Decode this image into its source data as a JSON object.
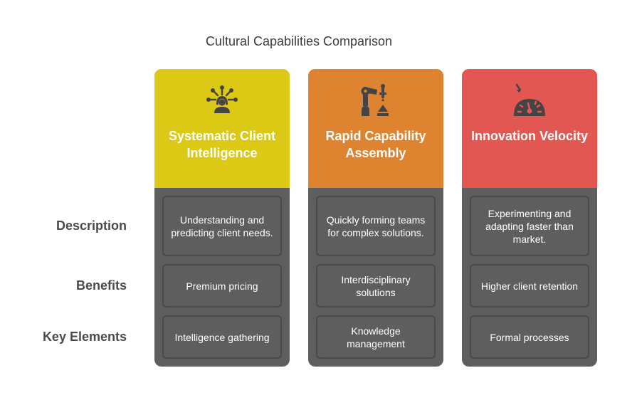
{
  "title": "Cultural Capabilities Comparison",
  "row_labels": {
    "description": "Description",
    "benefits": "Benefits",
    "key_elements": "Key Elements"
  },
  "columns": [
    {
      "name": "Systematic Client Intelligence",
      "icon": "client-intelligence-icon",
      "color": "#dcc915",
      "description": "Understanding and predicting client needs.",
      "benefits": "Premium pricing",
      "key_elements": "Intelligence gathering"
    },
    {
      "name": "Rapid Capability Assembly",
      "icon": "robotic-arm-icon",
      "color": "#de8431",
      "description": "Quickly forming teams for complex solutions.",
      "benefits": "Interdisciplinary solutions",
      "key_elements": "Knowledge management"
    },
    {
      "name": "Innovation Velocity",
      "icon": "speedometer-icon",
      "color": "#e35753",
      "description": "Experimenting and adapting faster than market.",
      "benefits": "Higher client retention",
      "key_elements": "Formal processes"
    }
  ],
  "colors": {
    "cell_bg": "#5e5e5e",
    "icon": "#444444",
    "label_text": "#4a4a4a"
  }
}
